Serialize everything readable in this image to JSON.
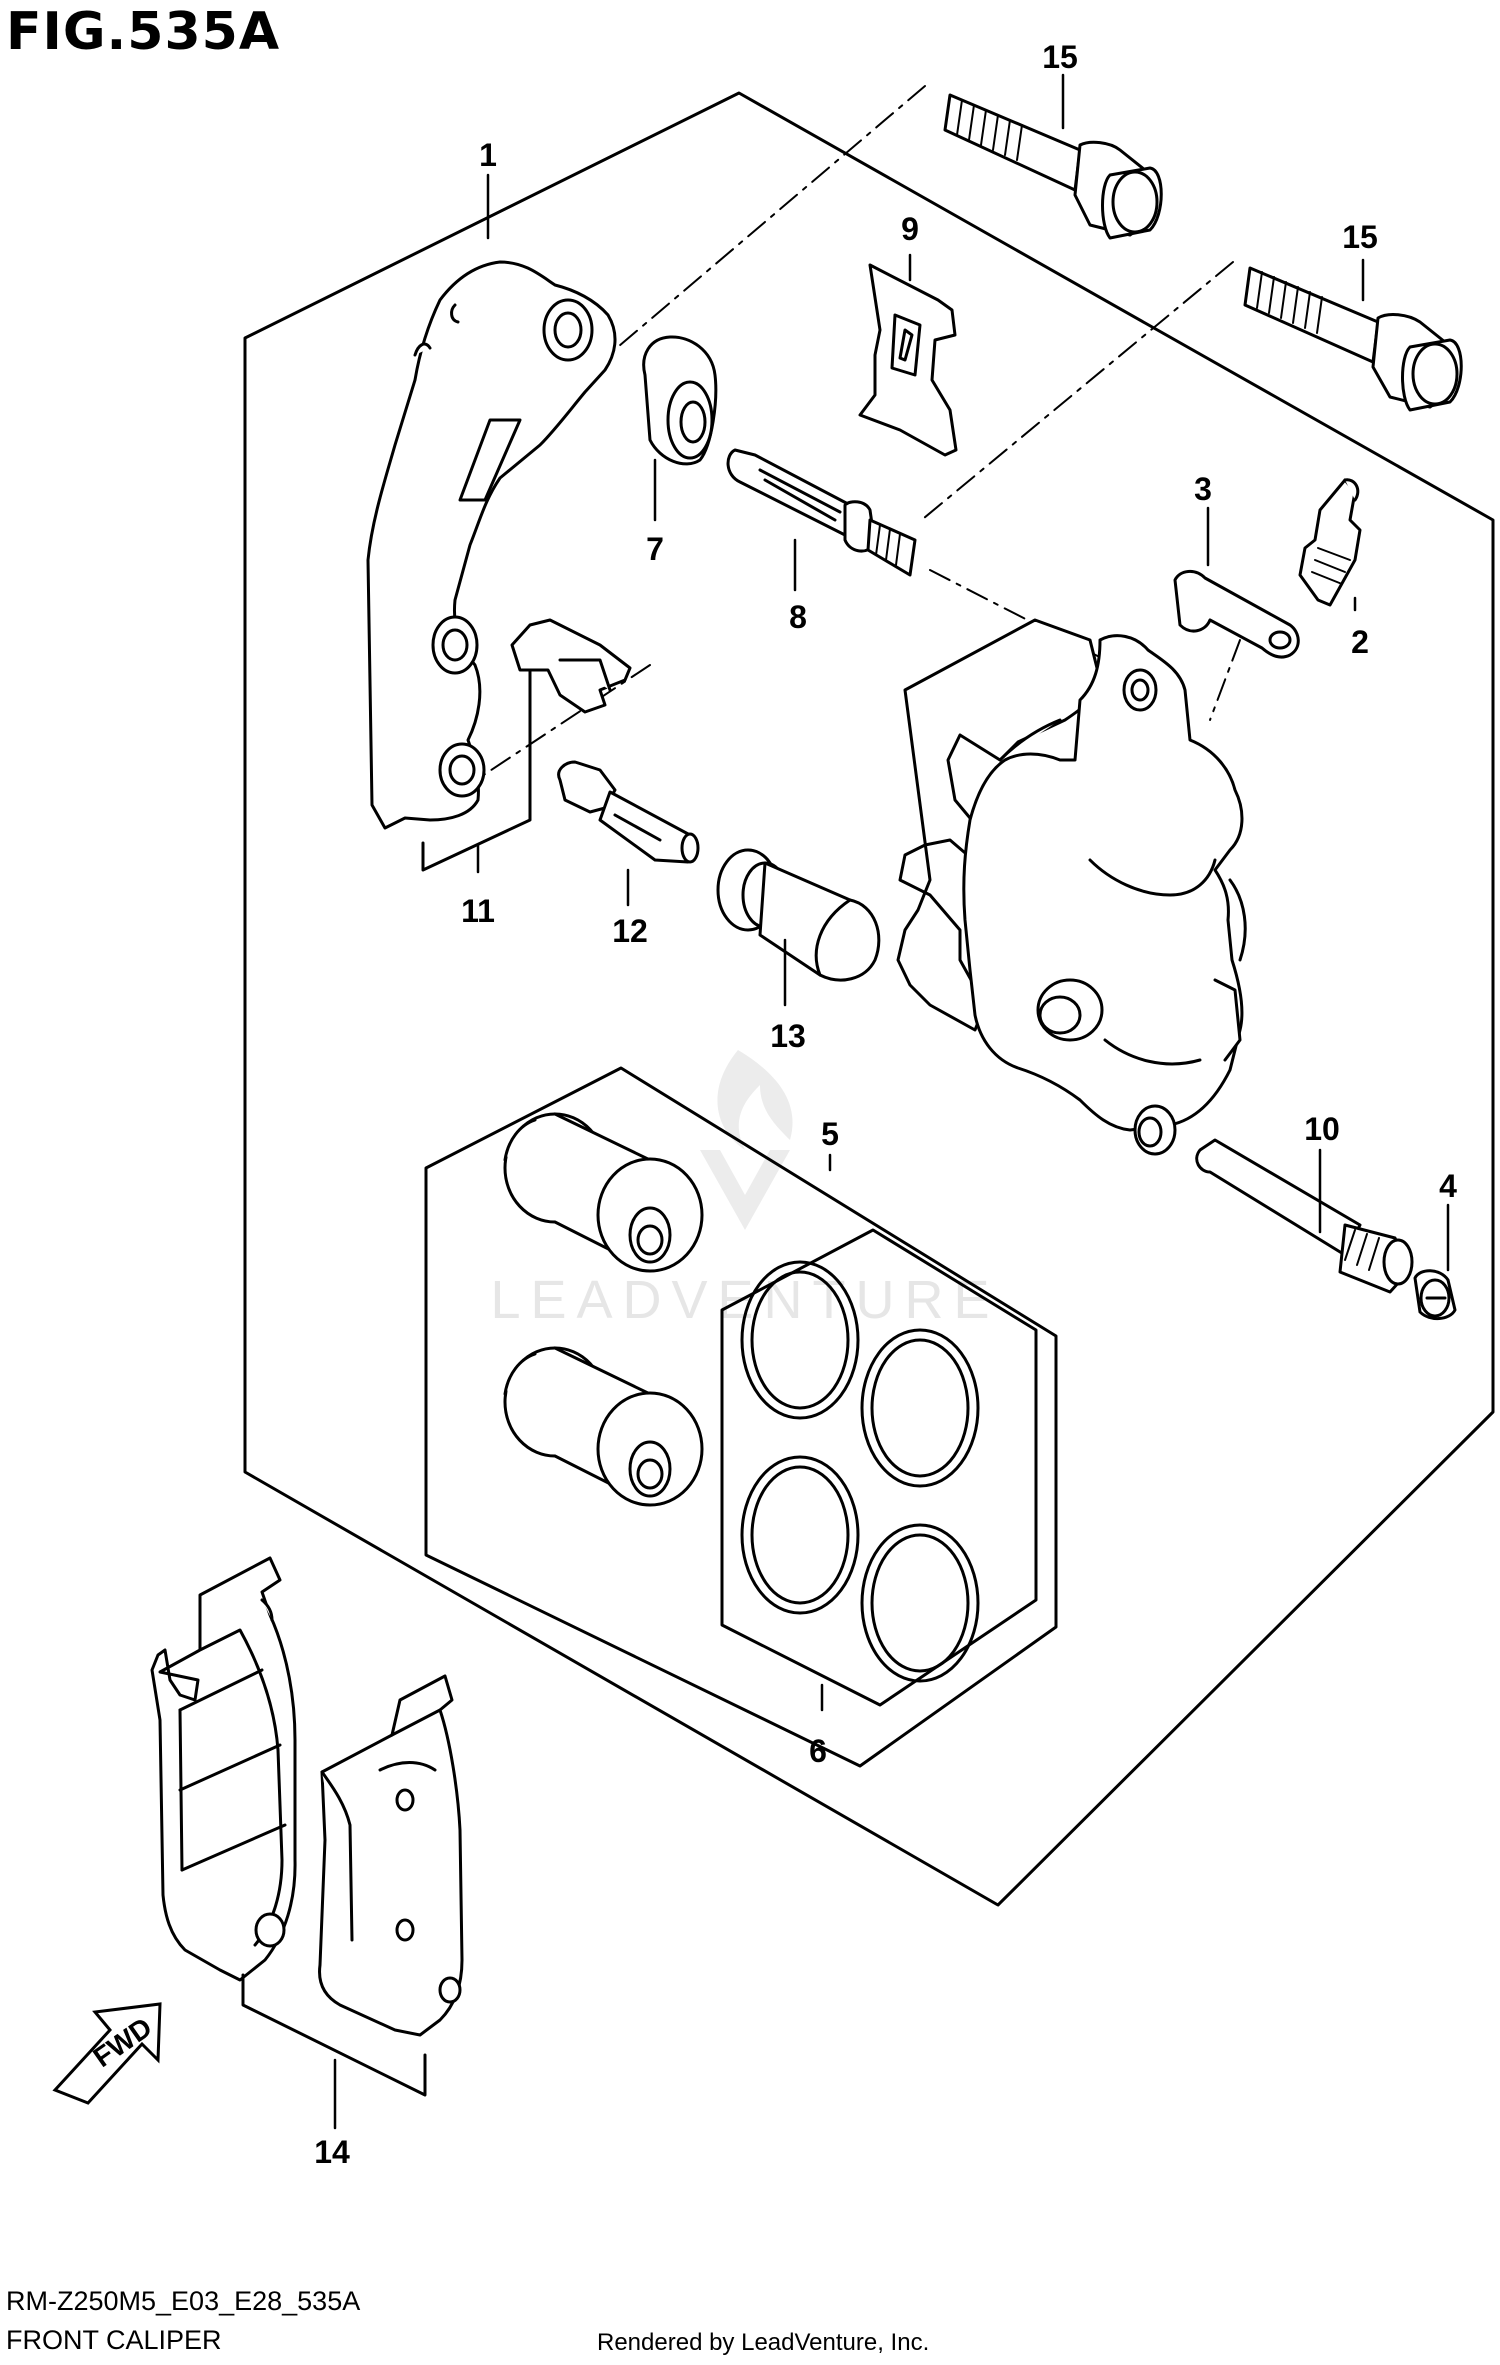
{
  "figure": {
    "title": "FIG.535A",
    "model_code": "RM-Z250M5_E03_E28_535A",
    "caption": "FRONT CALIPER",
    "rendered_by": "Rendered by LeadVenture, Inc.",
    "watermark": "LEADVENTURE"
  },
  "callouts": {
    "c1": "1",
    "c2": "2",
    "c3": "3",
    "c4": "4",
    "c5": "5",
    "c6": "6",
    "c7": "7",
    "c8": "8",
    "c9": "9",
    "c10": "10",
    "c11": "11",
    "c12": "12",
    "c13": "13",
    "c14": "14",
    "c15a": "15",
    "c15b": "15"
  },
  "direction_arrow": {
    "label": "FWD"
  },
  "colors": {
    "ink": "#000000",
    "watermark": "#e6e6e6",
    "background": "#ffffff"
  }
}
